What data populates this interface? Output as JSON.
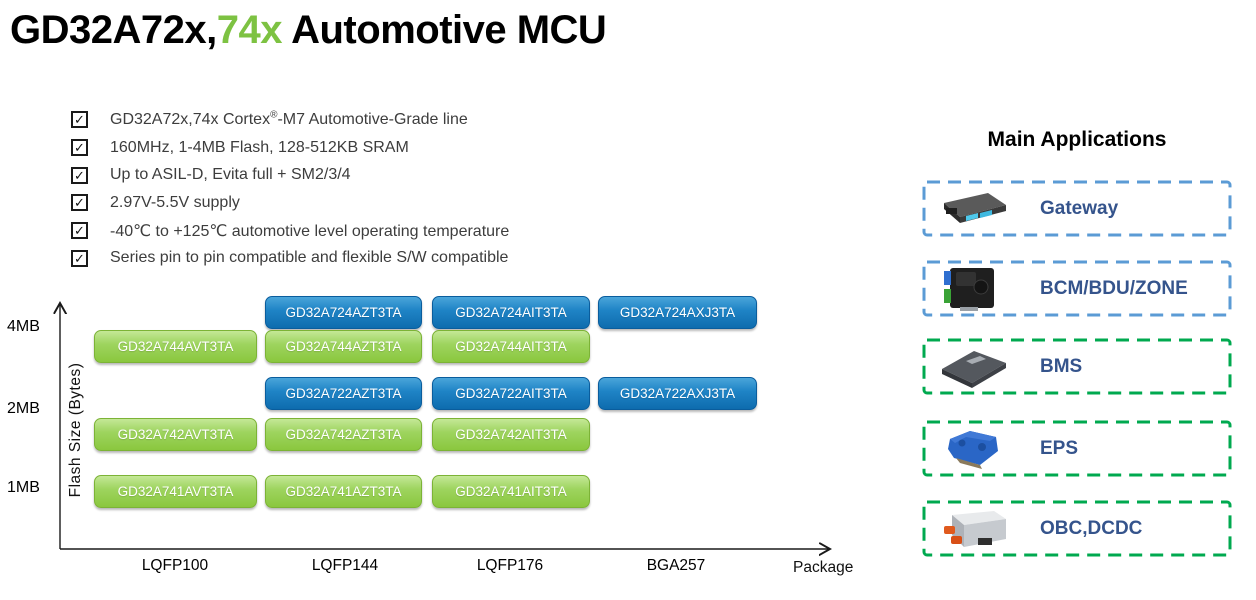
{
  "title": {
    "black_prefix": "GD32A72x,",
    "green": "74x",
    "black_suffix": " Automotive MCU"
  },
  "colors": {
    "title_green": "#7dc242",
    "chip_blue": "#1b80c4",
    "chip_green": "#94ce4c",
    "app_border_blue": "#5b9bd5",
    "app_border_green": "#00a94f",
    "app_label_blue": "#35548c"
  },
  "features": [
    "GD32A72x,74x Cortex®-M7 Automotive-Grade line",
    "160MHz, 1-4MB Flash, 128-512KB SRAM",
    "Up to ASIL-D, Evita full + SM2/3/4",
    "2.97V-5.5V supply",
    "-40℃ to +125℃ automotive level operating temperature",
    "Series pin to pin compatible and flexible S/W compatible"
  ],
  "chart_data": {
    "type": "scatter",
    "title": "GD32A72x,74x product matrix: Flash size vs Package",
    "xlabel": "Package",
    "ylabel": "Flash Size (Bytes)",
    "x_categories": [
      "LQFP100",
      "LQFP144",
      "LQFP176",
      "BGA257"
    ],
    "y_ticks": [
      "4MB",
      "2MB",
      "1MB"
    ],
    "rows": [
      {
        "family": "GD32A724",
        "flash": "4MB",
        "color": "blue",
        "chips": [
          {
            "name": "GD32A724AZT3TA",
            "package": "LQFP144"
          },
          {
            "name": "GD32A724AIT3TA",
            "package": "LQFP176"
          },
          {
            "name": "GD32A724AXJ3TA",
            "package": "BGA257"
          }
        ]
      },
      {
        "family": "GD32A744",
        "flash": "4MB",
        "color": "green",
        "chips": [
          {
            "name": "GD32A744AVT3TA",
            "package": "LQFP100"
          },
          {
            "name": "GD32A744AZT3TA",
            "package": "LQFP144"
          },
          {
            "name": "GD32A744AIT3TA",
            "package": "LQFP176"
          }
        ]
      },
      {
        "family": "GD32A722",
        "flash": "2MB",
        "color": "blue",
        "chips": [
          {
            "name": "GD32A722AZT3TA",
            "package": "LQFP144"
          },
          {
            "name": "GD32A722AIT3TA",
            "package": "LQFP176"
          },
          {
            "name": "GD32A722AXJ3TA",
            "package": "BGA257"
          }
        ]
      },
      {
        "family": "GD32A742",
        "flash": "2MB",
        "color": "green",
        "chips": [
          {
            "name": "GD32A742AVT3TA",
            "package": "LQFP100"
          },
          {
            "name": "GD32A742AZT3TA",
            "package": "LQFP144"
          },
          {
            "name": "GD32A742AIT3TA",
            "package": "LQFP176"
          }
        ]
      },
      {
        "family": "GD32A741",
        "flash": "1MB",
        "color": "green",
        "chips": [
          {
            "name": "GD32A741AVT3TA",
            "package": "LQFP100"
          },
          {
            "name": "GD32A741AZT3TA",
            "package": "LQFP144"
          },
          {
            "name": "GD32A741AIT3TA",
            "package": "LQFP176"
          }
        ]
      }
    ]
  },
  "applications": {
    "heading": "Main Applications",
    "items": [
      {
        "label": "Gateway",
        "style": "blue",
        "icon": "gateway-module"
      },
      {
        "label": "BCM/BDU/ZONE",
        "style": "blue",
        "icon": "bcm-module"
      },
      {
        "label": "BMS",
        "style": "green",
        "icon": "bms-module"
      },
      {
        "label": "EPS",
        "style": "green",
        "icon": "eps-module"
      },
      {
        "label": "OBC,DCDC",
        "style": "green",
        "icon": "obc-module"
      }
    ]
  }
}
